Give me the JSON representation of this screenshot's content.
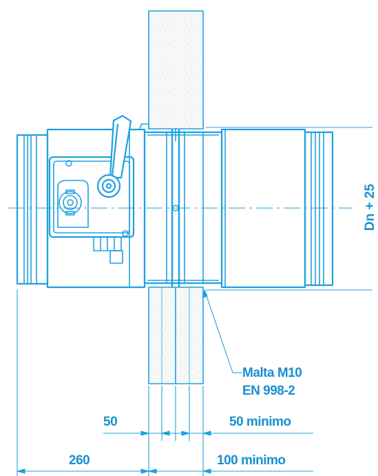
{
  "colors": {
    "line": "#1ea0e0",
    "label": "#1a8fd0",
    "wall_fill": "#f7f8fa",
    "speckle": "#bfc6cc"
  },
  "labels": {
    "diameter": "Dn + 25",
    "mortar_line1": "Malta M10",
    "mortar_line2": "EN 998-2",
    "dim_wall": "50",
    "dim_right_min": "50 minimo",
    "dim_left": "260",
    "dim_bottom_right_min": "100 minimo"
  }
}
